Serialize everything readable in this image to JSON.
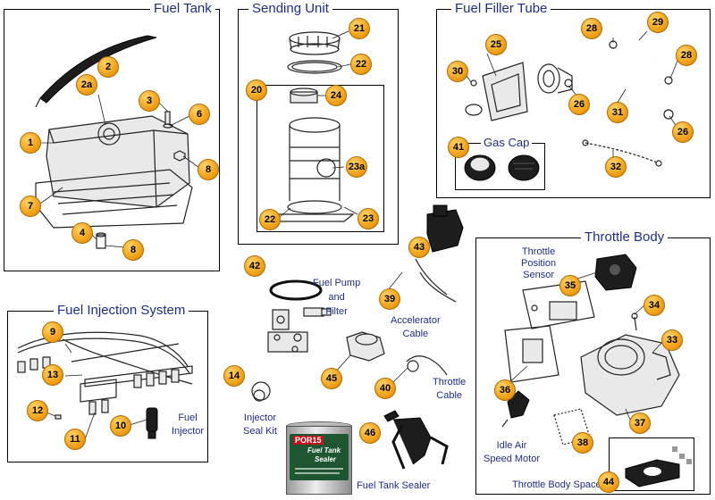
{
  "panels": {
    "fuel_tank": "Fuel Tank",
    "sending_unit": "Sending Unit",
    "fuel_filler_tube": "Fuel Filler Tube",
    "throttle_body": "Throttle Body",
    "fuel_injection_system": "Fuel Injection System"
  },
  "sub_labels": {
    "gas_cap": "Gas Cap",
    "fuel_pump_filter": [
      "Fuel Pump",
      "and",
      "Filter"
    ],
    "accelerator_cable": [
      "Accelerator",
      "Cable"
    ],
    "throttle_cable": [
      "Throttle",
      "Cable"
    ],
    "injector_seal_kit": [
      "Injector",
      "Seal Kit"
    ],
    "fuel_injector": [
      "Fuel",
      "Injector"
    ],
    "throttle_position_sensor": [
      "Throttle",
      "Position",
      "Sensor"
    ],
    "idle_air_speed_motor": [
      "Idle Air",
      "Speed Motor"
    ],
    "throttle_body_spacer": "Throttle Body Spacer",
    "fuel_tank_sealer": "Fuel Tank Sealer"
  },
  "can_label": {
    "brand": "POR15",
    "line1": "Fuel Tank",
    "line2": "Sealer"
  },
  "callouts": {
    "c1": "1",
    "c2": "2",
    "c2a": "2a",
    "c3": "3",
    "c4": "4",
    "c6": "6",
    "c7": "7",
    "c8a": "8",
    "c8b": "8",
    "c9": "9",
    "c10": "10",
    "c11": "11",
    "c12": "12",
    "c13": "13",
    "c14": "14",
    "c20": "20",
    "c21": "21",
    "c22a": "22",
    "c22b": "22",
    "c23": "23",
    "c23a": "23a",
    "c24": "24",
    "c25": "25",
    "c26a": "26",
    "c26b": "26",
    "c28a": "28",
    "c28b": "28",
    "c29": "29",
    "c30": "30",
    "c31": "31",
    "c32": "32",
    "c33": "33",
    "c34": "34",
    "c35": "35",
    "c36": "36",
    "c37": "37",
    "c38": "38",
    "c39": "39",
    "c40": "40",
    "c41": "41",
    "c42": "42",
    "c43": "43",
    "c44": "44",
    "c45": "45",
    "c46": "46"
  },
  "colors": {
    "title_text": "#1f2d86",
    "callout_fill": "#f0a21a",
    "spacer_red": "#d8182a"
  }
}
